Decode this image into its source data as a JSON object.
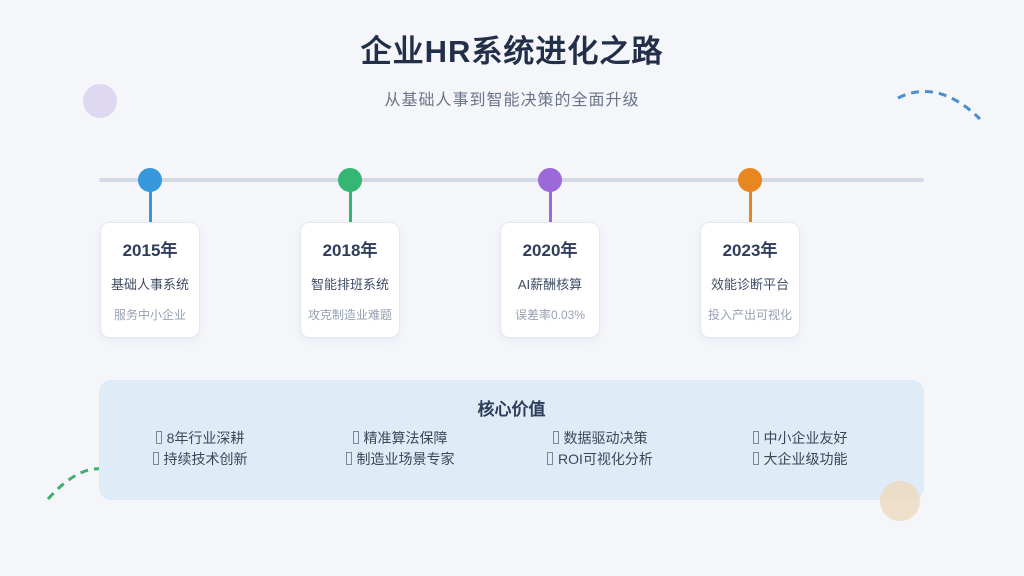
{
  "title": "企业HR系统进化之路",
  "subtitle": "从基础人事到智能决策的全面升级",
  "timeline": {
    "milestones": [
      {
        "year": "2015年",
        "name": "基础人事系统",
        "note": "服务中小企业",
        "color": "#3598db"
      },
      {
        "year": "2018年",
        "name": "智能排班系统",
        "note": "攻克制造业难题",
        "color": "#36b673"
      },
      {
        "year": "2020年",
        "name": "AI薪酬核算",
        "note": "误差率0.03%",
        "color": "#9c6ad8"
      },
      {
        "year": "2023年",
        "name": "效能诊断平台",
        "note": "投入产出可视化",
        "color": "#e8861f"
      }
    ]
  },
  "core_values": {
    "title": "核心价值",
    "columns": [
      {
        "items": [
          "8年行业深耕",
          "持续技术创新"
        ]
      },
      {
        "items": [
          "精准算法保障",
          "制造业场景专家"
        ]
      },
      {
        "items": [
          "数据驱动决策",
          "ROI可视化分析"
        ]
      },
      {
        "items": [
          "中小企业友好",
          "大企业级功能"
        ]
      }
    ]
  },
  "colors": {
    "timeline_line": "#d3d9e2",
    "panel_bg": "#dfebf7",
    "decor_lavender": "#ded9f1",
    "decor_peach": "rgba(238,219,193,0.85)",
    "decor_dash_blue": "#4a8fd0",
    "decor_dash_green": "#3fae6f"
  }
}
